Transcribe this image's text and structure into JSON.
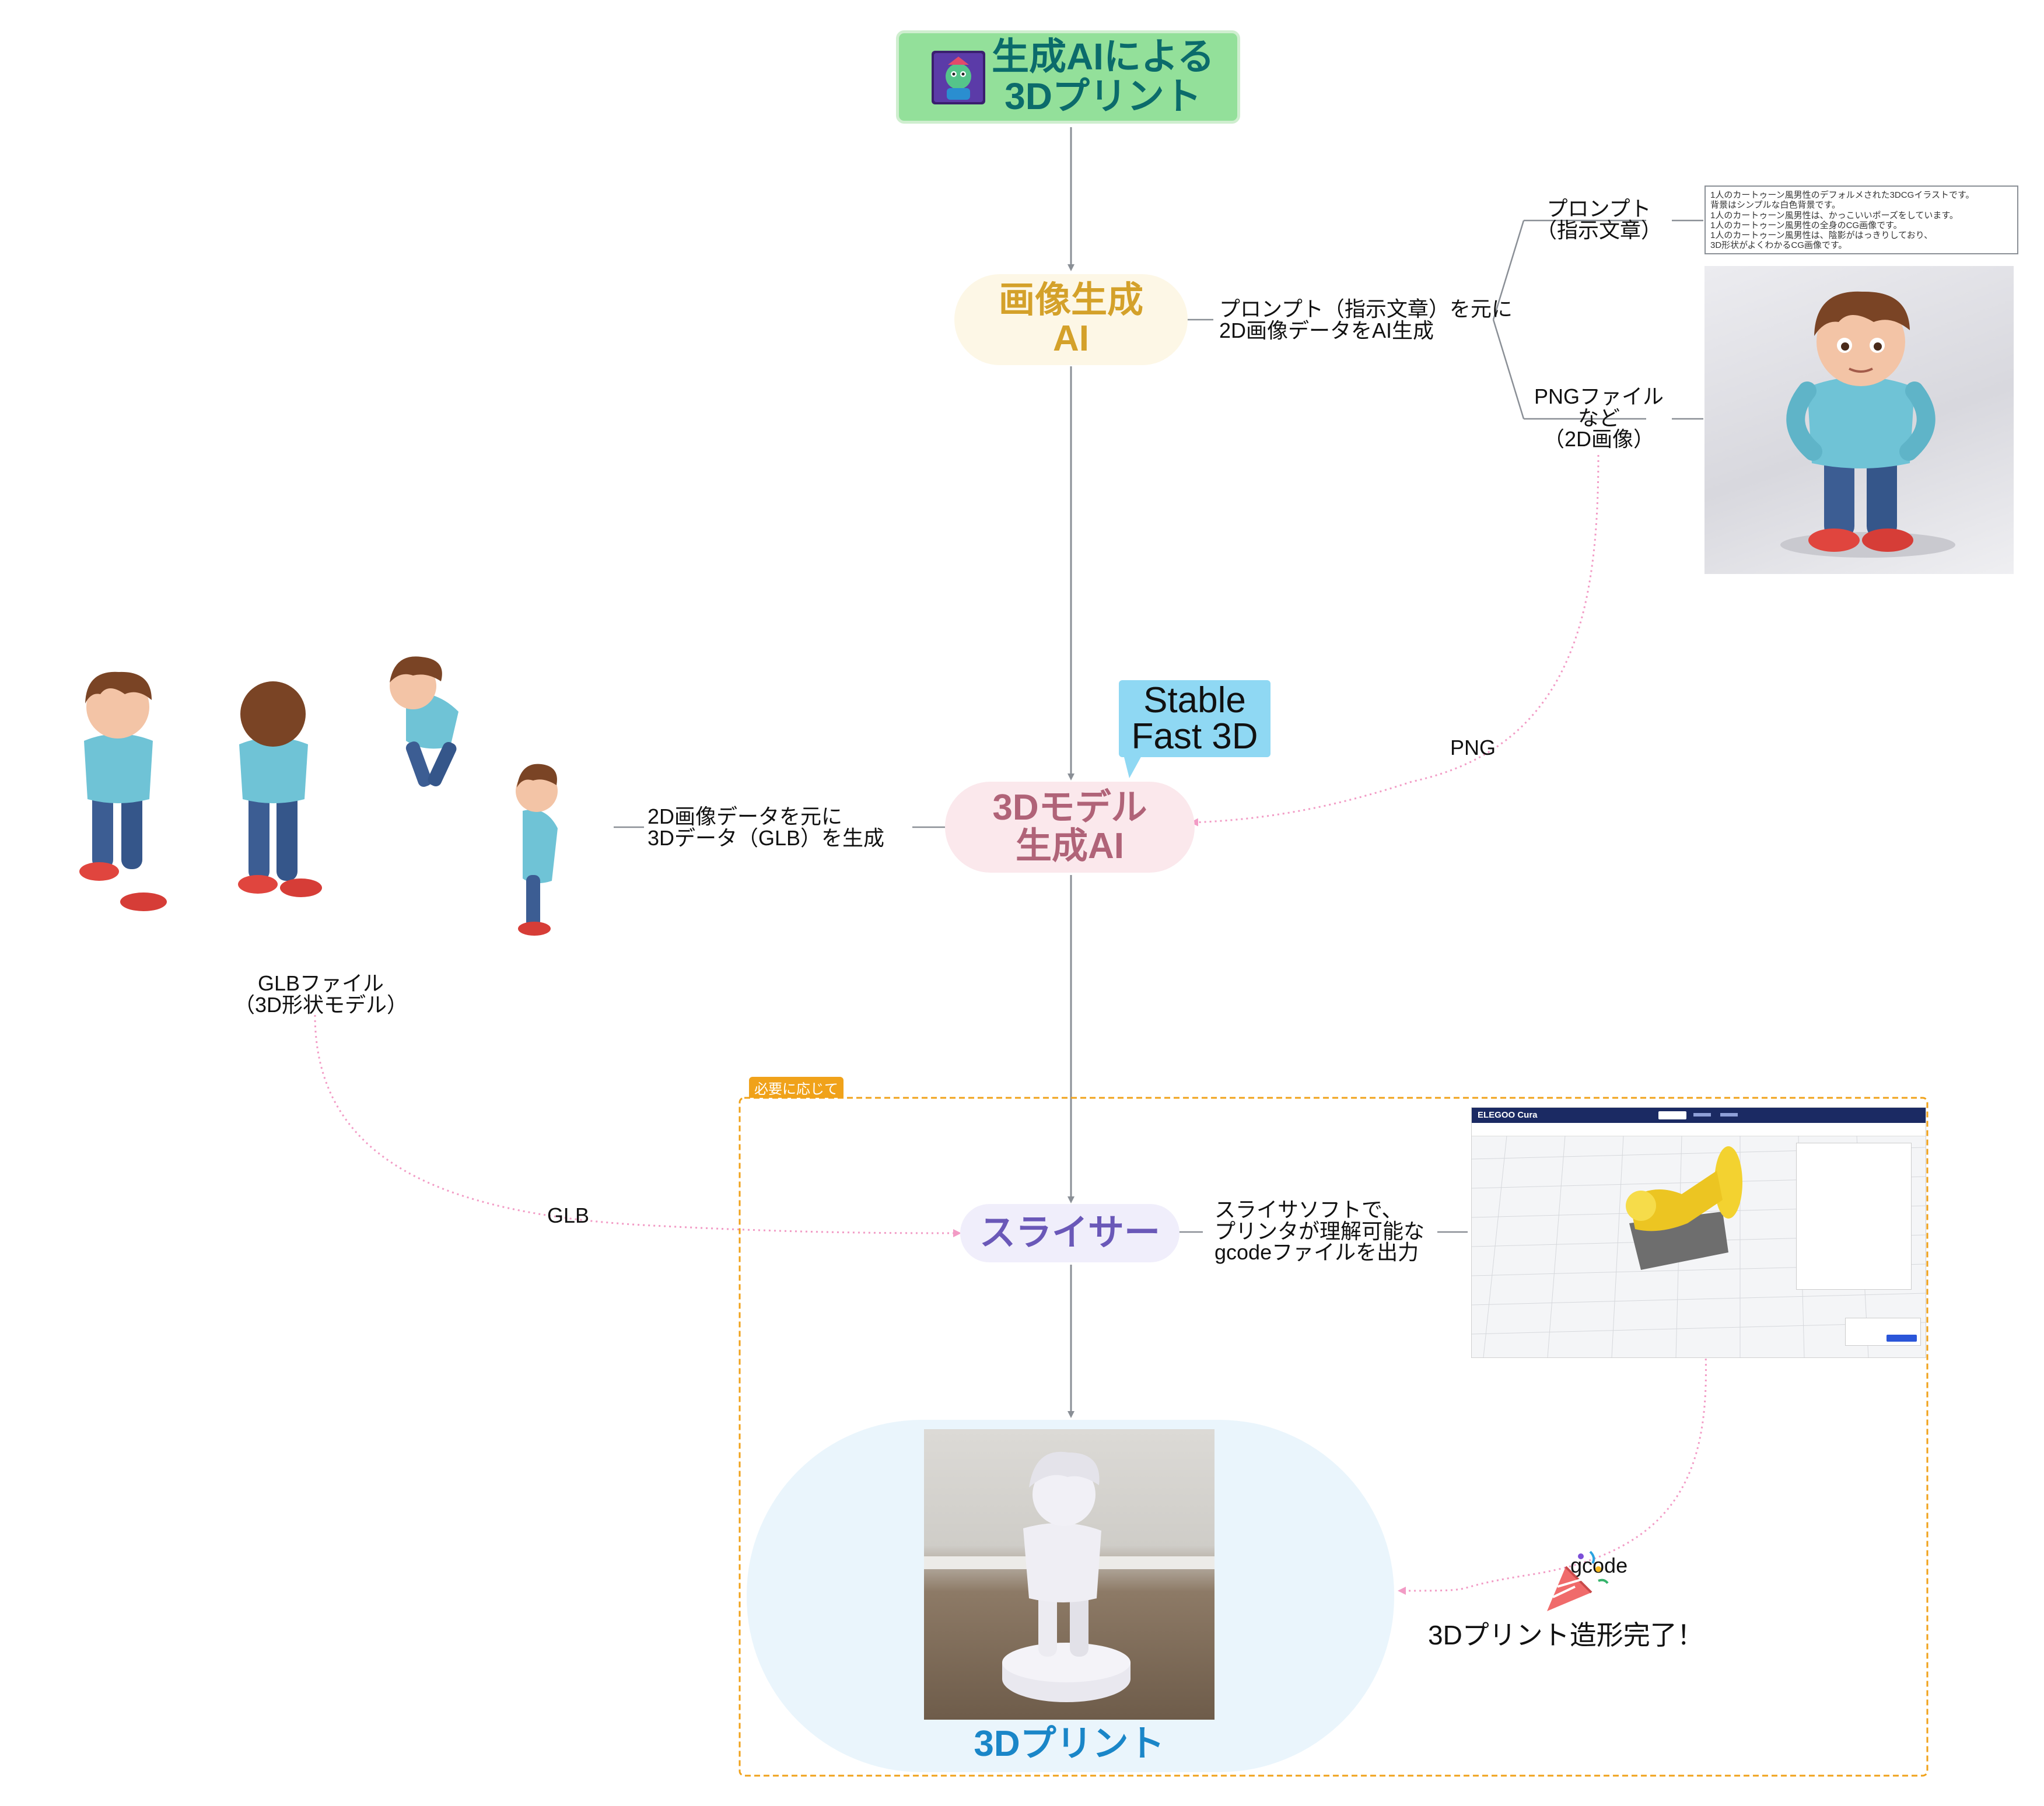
{
  "nodes": {
    "root": "生成AIによる\n3Dプリント",
    "image_ai": "画像生成\nAI",
    "model_ai": "3Dモデル\n生成AI",
    "slicer": "スライサー",
    "print": "3Dプリント"
  },
  "callout": "Stable\nFast 3D",
  "labels": {
    "image_ai_desc": "プロンプト（指示文章）を元に\n2D画像データをAI生成",
    "prompt": "プロンプト\n（指示文章）",
    "png_file": "PNGファイル\nなど\n（2D画像）",
    "model_desc": "2D画像データを元に\n3Dデータ（GLB）を生成",
    "glb_file": "GLBファイル\n（3D形状モデル）",
    "slicer_desc": "スライサソフトで、\nプリンタが理解可能な\ngcodeファイルを出力",
    "finish": "3Dプリント造形完了！"
  },
  "prompt_text": "1人のカートゥーン風男性のデフォルメされた3DCGイラストです。\n背景はシンプルな白色背景です。\n1人のカートゥーン風男性は、かっこいいポーズをしています。\n1人のカートゥーン風男性の全身のCG画像です。\n1人のカートゥーン風男性は、陰影がはっきりしており、\n3D形状がよくわかるCG画像です。",
  "edge_labels": {
    "png": "PNG",
    "glb": "GLB",
    "gcode": "gcode"
  },
  "boundary_tag": "必要に応じて",
  "slicer_app": {
    "brand": "ELEGOO Cura"
  },
  "icons": [
    "avatar-icon",
    "party-popper-icon"
  ],
  "colors": {
    "root_bg": "#93e09a",
    "root_text": "#0b6b6b",
    "image_ai_bg": "#fdf7e6",
    "image_ai_text": "#d4a12a",
    "model_ai_bg": "#fbe8ec",
    "model_ai_text": "#b06378",
    "slicer_bg": "#f0eefb",
    "slicer_text": "#6a58b8",
    "print_bg": "#eaf5fc",
    "print_text": "#1a86c8",
    "callout_bg": "#8fd8f3",
    "boundary": "#f0a21a",
    "pink_edge": "#f29bc5",
    "gray_edge": "#8a8f96"
  }
}
